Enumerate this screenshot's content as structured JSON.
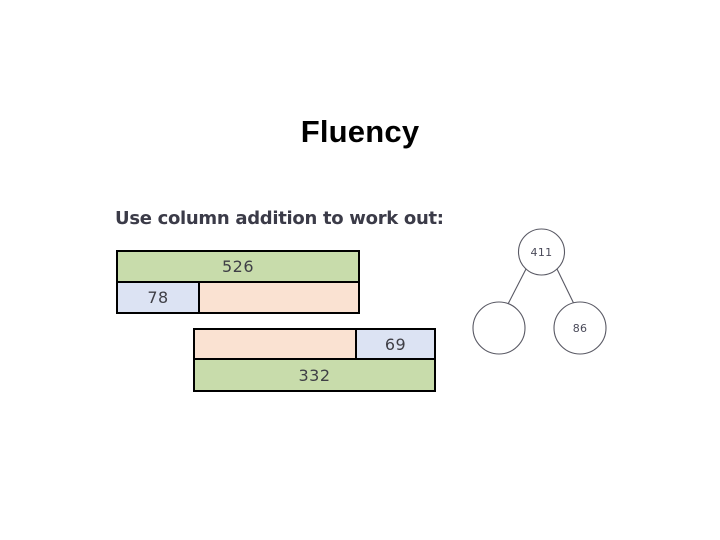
{
  "slide": {
    "title": "Fluency",
    "instruction": "Use column addition to work out:",
    "background_color": "#ffffff"
  },
  "palette": {
    "whole_green": "#c8dcab",
    "part_blue": "#dce3f3",
    "part_peach": "#fae2d2",
    "bar_outline": "#000000",
    "number_text": "#3f3f46",
    "circle_stroke": "#595964",
    "title_text": "#000000",
    "instruction_text": "#3b3b48"
  },
  "bar_models": [
    {
      "name": "bar-model-1",
      "whole": {
        "value": "526",
        "fill": "whole_green"
      },
      "parts": [
        {
          "value": "78",
          "fill": "part_blue"
        },
        {
          "value": "",
          "fill": "part_peach"
        }
      ]
    },
    {
      "name": "bar-model-2",
      "whole": {
        "value": "332",
        "fill": "whole_green"
      },
      "parts": [
        {
          "value": "",
          "fill": "part_peach"
        },
        {
          "value": "69",
          "fill": "part_blue"
        }
      ]
    }
  ],
  "part_whole_model": {
    "whole": "411",
    "parts": [
      "",
      "86"
    ]
  }
}
